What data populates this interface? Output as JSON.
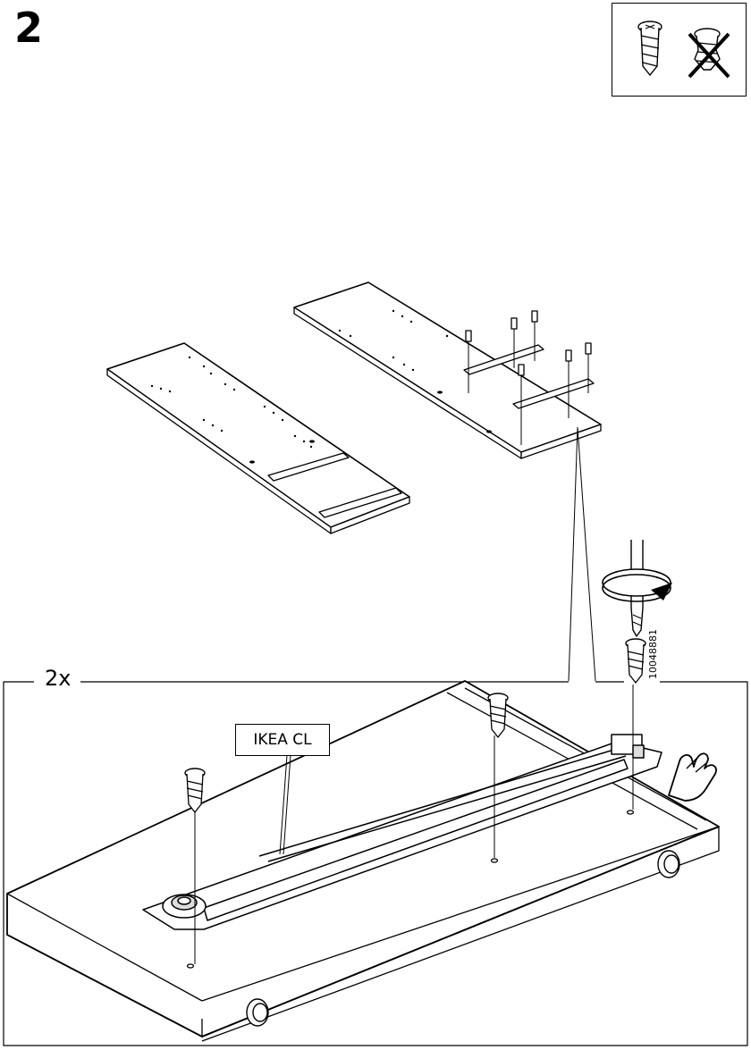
{
  "step": {
    "number": "2"
  },
  "screw_note": {
    "allowed_icon": "screw-correct-icon",
    "forbidden_icon": "screw-wrong-icon"
  },
  "detail": {
    "multiplier": "2x",
    "part_number": "10048881",
    "rail_label": "IKEA CL"
  },
  "icons": {
    "screwdriver": "screwdriver-icon",
    "rotation": "rotate-clockwise-icon",
    "hand": "hand-hold-icon"
  }
}
